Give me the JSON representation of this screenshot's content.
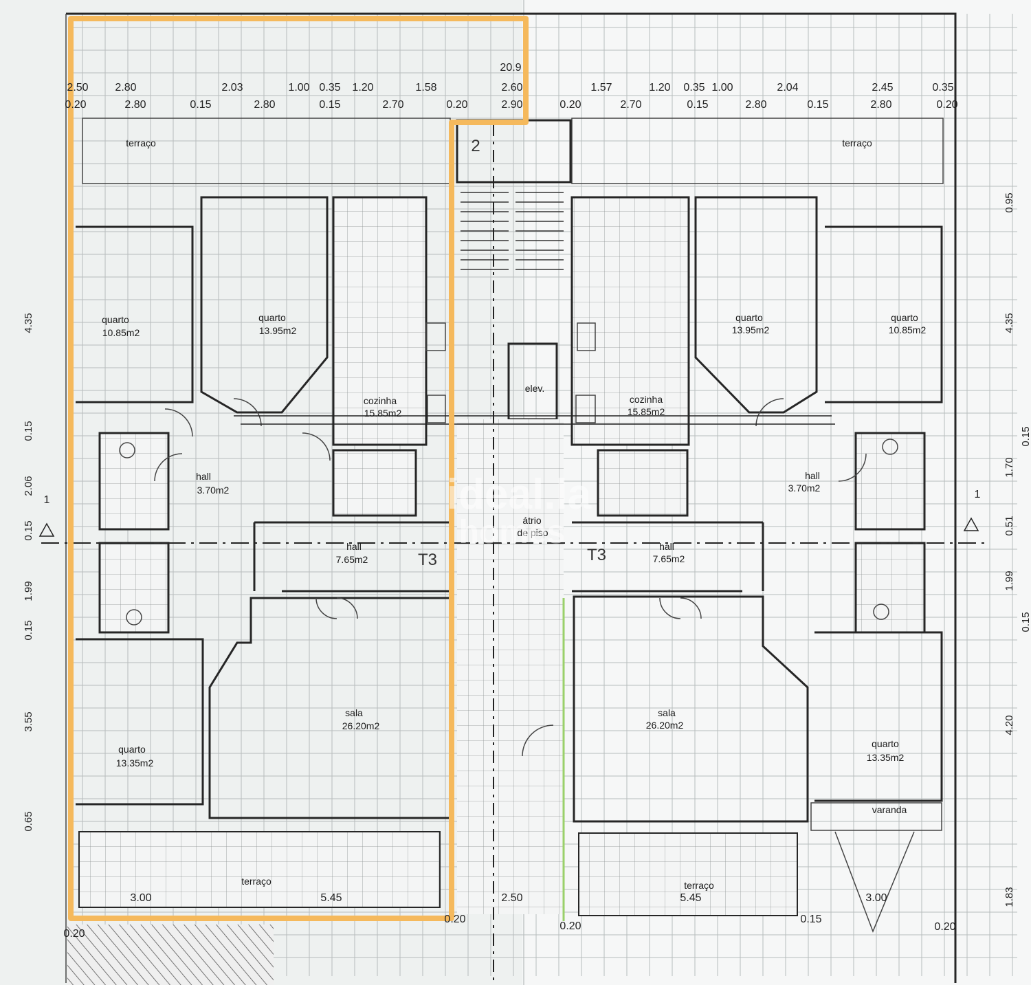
{
  "colors": {
    "highlight": "#f5b95c",
    "green_edge": "#9ad06a"
  },
  "rooms_left": {
    "terraco_top": "terraço",
    "quarto_a": {
      "label": "quarto",
      "area": "10.85m2"
    },
    "quarto_b": {
      "label": "quarto",
      "area": "13.95m2"
    },
    "cozinha": {
      "label": "cozinha",
      "area": "15.85m2"
    },
    "hall_small": {
      "label": "hall",
      "area": "3.70m2"
    },
    "hall_big": {
      "label": "hall",
      "area": "7.65m2"
    },
    "sala": {
      "label": "sala",
      "area": "26.20m2"
    },
    "quarto_c": {
      "label": "quarto",
      "area": "13.35m2"
    },
    "terraco_bottom": "terraço",
    "unit": "T3"
  },
  "rooms_right": {
    "terraco_top": "terraço",
    "quarto_a": {
      "label": "quarto",
      "area": "13.95m2"
    },
    "quarto_b": {
      "label": "quarto",
      "area": "10.85m2"
    },
    "cozinha": {
      "label": "cozinha",
      "area": "15.85m2"
    },
    "hall_small": {
      "label": "hall",
      "area": "3.70m2"
    },
    "hall_big": {
      "label": "hall",
      "area": "7.65m2"
    },
    "sala": {
      "label": "sala",
      "area": "26.20m2"
    },
    "quarto_c": {
      "label": "quarto",
      "area": "13.35m2"
    },
    "varanda": "varanda",
    "terraco_bottom": "terraço",
    "unit": "T3"
  },
  "core": {
    "elev": "elev.",
    "atrio_1": "átrio",
    "atrio_2": "de piso",
    "stair_marker": "2",
    "section_marker": "1"
  },
  "dimensions_top_row1": [
    "2.50",
    "2.80",
    "2.03",
    "1.00",
    "0.35",
    "1.20",
    "1.58",
    "2.60",
    "20.9",
    "1.57",
    "1.20",
    "0.35",
    "1.00",
    "2.04",
    "2.45",
    "0.35"
  ],
  "dimensions_top_row2": [
    "0.20",
    "2.80",
    "0.15",
    "2.80",
    "0.15",
    "2.70",
    "0.20",
    "2.90",
    "0.20",
    "2.70",
    "0.15",
    "2.80",
    "0.15",
    "2.80",
    "0.20"
  ],
  "dimensions_left": [
    "4.35",
    "0.15",
    "2.06",
    "0.15",
    "1.99",
    "0.15",
    "3.55",
    "0.65"
  ],
  "dimensions_right": [
    "0.95",
    "4.35",
    "0.15",
    "1.70",
    "0.51",
    "1.99",
    "0.15",
    "4.20",
    "1.83"
  ],
  "dimensions_bottom": [
    "3.00",
    "5.45",
    "0.20",
    "2.50",
    "0.20",
    "5.45",
    "0.15",
    "3.00",
    "0.20",
    "0.20"
  ],
  "watermark_1": "ideal.la",
  "watermark_2": "homes"
}
